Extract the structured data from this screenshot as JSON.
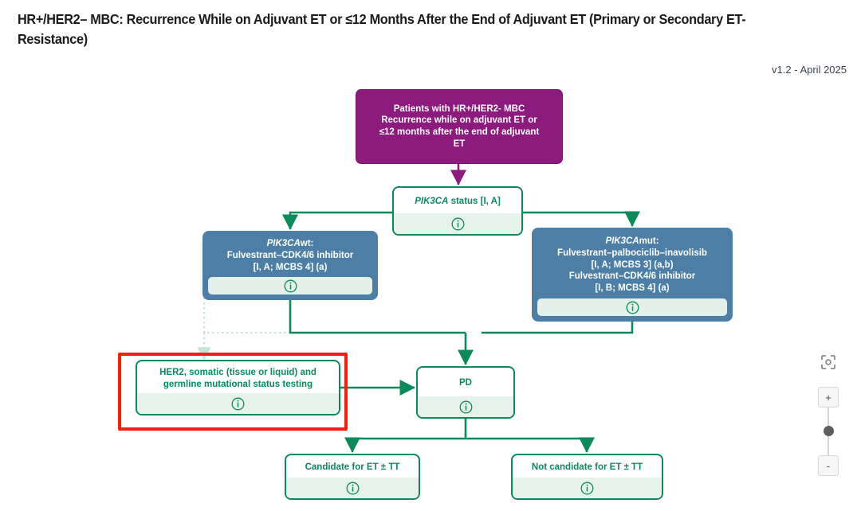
{
  "header": {
    "title": "HR+/HER2– MBC: Recurrence While on Adjuvant ET or ≤12 Months After the End of Adjuvant ET (Primary or Secondary ET-Resistance)",
    "version": "v1.2 - April 2025"
  },
  "colors": {
    "purple": "#8d1a7d",
    "blue": "#4d7fa6",
    "green": "#0b8a5c",
    "green_footer": "#e6f3ed",
    "selection_red": "#fc1c0a",
    "edge": "#0b8a5c",
    "edge_faded": "#bfe3d6",
    "text_dark": "#1b1b1b",
    "version_text": "#3b434d"
  },
  "nodes": [
    {
      "id": "start",
      "type": "purple",
      "name": "node-patients-start",
      "lines": [
        "Patients with HR+/HER2- MBC",
        "Recurrence while on adjuvant ET or",
        "≤12 months after the end of adjuvant",
        "ET"
      ],
      "has_info": false
    },
    {
      "id": "pik3ca-status",
      "type": "green",
      "name": "node-pik3ca-status",
      "lines": [
        "PIK3CA status [I, A]"
      ],
      "italic_prefix": "PIK3CA",
      "has_info": true,
      "info_label": "info-icon"
    },
    {
      "id": "pik3ca-wt",
      "type": "blue",
      "name": "node-pik3ca-wt-treatment",
      "lines": [
        "PIK3CAwt:",
        "Fulvestrant–CDK4/6 inhibitor",
        "[I, A; MCBS 4] (a)"
      ],
      "italic_prefix": "PIK3CA",
      "has_info": true,
      "info_label": "info-icon"
    },
    {
      "id": "pik3ca-mut",
      "type": "blue",
      "name": "node-pik3ca-mut-treatment",
      "lines": [
        "PIK3CAmut:",
        "Fulvestrant–palbociclib–inavolisib",
        "[I, A; MCBS 3] (a,b)",
        "Fulvestrant–CDK4/6 inhibitor",
        "[I, B; MCBS 4] (a)"
      ],
      "italic_prefix": "PIK3CA",
      "has_info": true,
      "info_label": "info-icon"
    },
    {
      "id": "her2-testing",
      "type": "green",
      "name": "node-her2-mutational-testing",
      "selected": true,
      "lines": [
        "HER2, somatic (tissue or liquid) and",
        "germline mutational status testing"
      ],
      "has_info": true,
      "info_label": "info-icon"
    },
    {
      "id": "pd",
      "type": "green",
      "name": "node-progressive-disease",
      "lines": [
        "PD"
      ],
      "has_info": true,
      "info_label": "info-icon"
    },
    {
      "id": "candidate",
      "type": "green",
      "name": "node-candidate-et-tt",
      "lines": [
        "Candidate for ET ± TT"
      ],
      "has_info": true,
      "info_label": "info-icon"
    },
    {
      "id": "not-candidate",
      "type": "green",
      "name": "node-not-candidate-et-tt",
      "lines": [
        "Not candidate for ET ± TT"
      ],
      "has_info": true,
      "info_label": "info-icon"
    }
  ],
  "zoom_control": {
    "fit_icon": "fit-to-screen-icon",
    "zoom_in_label": "+",
    "zoom_out_label": "-"
  }
}
